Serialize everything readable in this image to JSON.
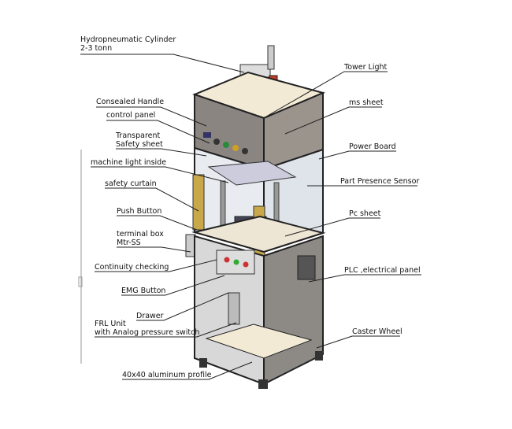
{
  "title": "Machine layout callouts",
  "labels_left": [
    {
      "id": "hydropneumatic-cylinder",
      "lines": [
        "Hydropneumatic Cylinder",
        "2-3 tonn"
      ]
    },
    {
      "id": "consealed-handle",
      "lines": [
        "Consealed Handle"
      ]
    },
    {
      "id": "control-panel",
      "lines": [
        "control panel"
      ]
    },
    {
      "id": "transparent-safety-sheet",
      "lines": [
        "Transparent",
        "Safety sheet"
      ]
    },
    {
      "id": "machine-light-inside",
      "lines": [
        "machine light inside"
      ]
    },
    {
      "id": "safety-curtain",
      "lines": [
        "safety curtain"
      ]
    },
    {
      "id": "push-button",
      "lines": [
        "Push Button"
      ]
    },
    {
      "id": "terminal-box",
      "lines": [
        "terminal box",
        "Mtr-SS"
      ]
    },
    {
      "id": "continuity-checking",
      "lines": [
        "Continuity checking"
      ]
    },
    {
      "id": "emg-button",
      "lines": [
        "EMG Button"
      ]
    },
    {
      "id": "drawer",
      "lines": [
        "Drawer"
      ]
    },
    {
      "id": "frl-unit",
      "lines": [
        "FRL Unit",
        "with Analog pressure switch"
      ]
    },
    {
      "id": "aluminum-profile",
      "lines": [
        "40x40 aluminum profile"
      ]
    }
  ],
  "labels_right": [
    {
      "id": "tower-light",
      "lines": [
        "Tower Light"
      ]
    },
    {
      "id": "ms-sheet",
      "lines": [
        "ms sheet"
      ]
    },
    {
      "id": "power-board",
      "lines": [
        "Power Board"
      ]
    },
    {
      "id": "part-presence-sensor",
      "lines": [
        "Part Presence Sensor"
      ]
    },
    {
      "id": "pc-sheet",
      "lines": [
        "Pc sheet"
      ]
    },
    {
      "id": "plc-electrical-panel",
      "lines": [
        "PLC ,electrical panel"
      ]
    },
    {
      "id": "caster-wheel",
      "lines": [
        "Caster Wheel"
      ]
    }
  ],
  "colors": {
    "frame": "#2a2a2a",
    "panel": "#8a8580",
    "top": "#f3ead6",
    "curtain": "#c9a84a",
    "glass": "#e8ecf0",
    "tower": "#c23b22"
  }
}
